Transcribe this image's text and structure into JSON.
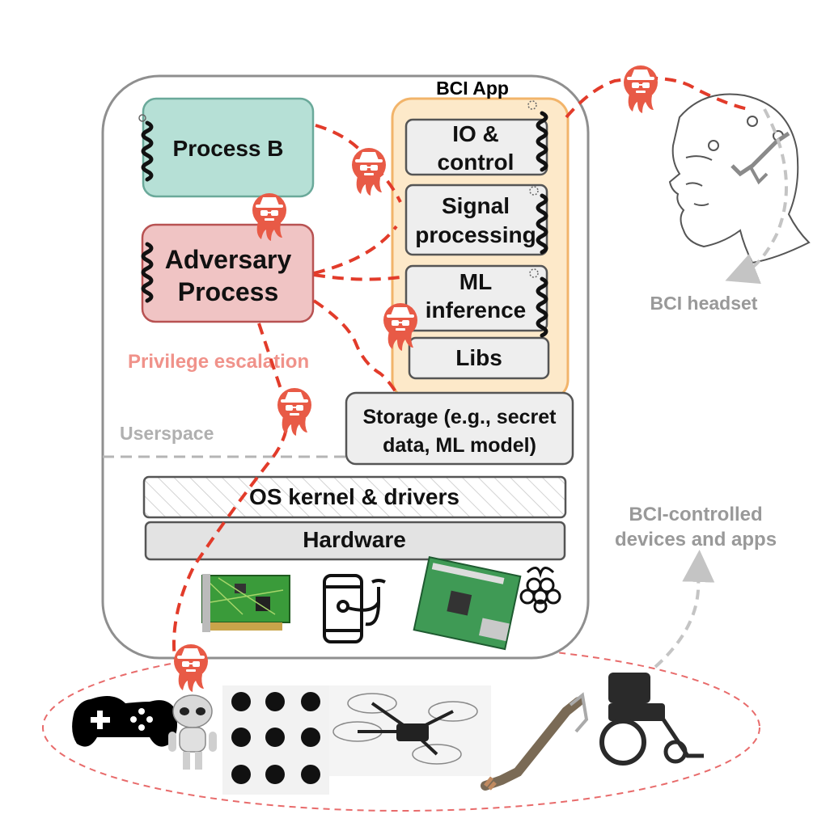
{
  "app": {
    "title": "BCI App",
    "modules": [
      "IO &",
      "control",
      "Signal",
      "processing",
      "ML",
      "inference",
      "Libs"
    ]
  },
  "process_b": {
    "label": "Process B"
  },
  "adversary": {
    "line1": "Adversary",
    "line2": "Process"
  },
  "privilege_escalation": "Privilege escalation",
  "userspace": "Userspace",
  "storage": {
    "line1": "Storage (e.g., secret",
    "line2": "data, ML model)"
  },
  "kernel": "OS kernel & drivers",
  "hardware": "Hardware",
  "headset_label": "BCI headset",
  "devices_label": {
    "line1": "BCI-controlled",
    "line2": "devices and apps"
  },
  "colors": {
    "attack": "#e23b2a",
    "bci_app_fill": "#fde9c9",
    "bci_app_stroke": "#f2b46a",
    "process_b_fill": "#b6e0d6",
    "process_b_stroke": "#6aa99a",
    "adversary_fill": "#f0c4c4",
    "adversary_stroke": "#b85252",
    "escalation_text": "#f0928a",
    "gray_text": "#999999"
  },
  "icons": [
    "thread-icon",
    "attacker-icon",
    "headset-icon",
    "circuit-board-icon",
    "phone-stethoscope-icon",
    "raspberry-pi-board-icon",
    "raspberry-pi-logo-icon",
    "gamepad-icon",
    "robot-icon",
    "brain-icons-grid",
    "drone-icon",
    "prosthetic-arm-icon",
    "wheelchair-icon"
  ]
}
